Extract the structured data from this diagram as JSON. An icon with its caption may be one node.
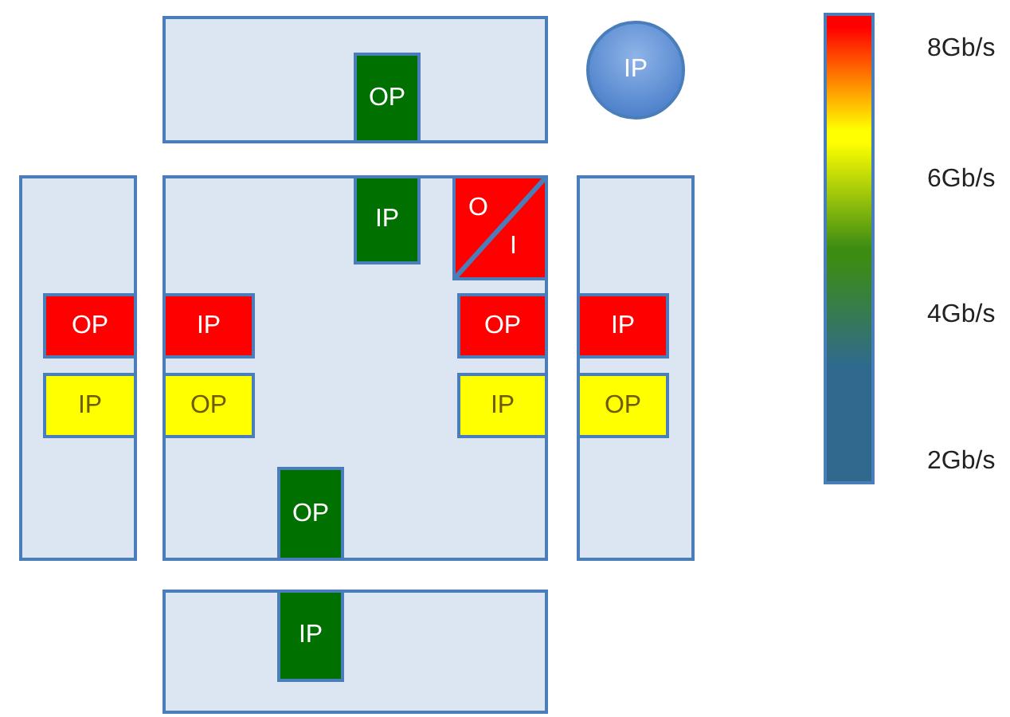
{
  "diagram": {
    "nodes": [
      {
        "text": [],
        "shape": "box"
      },
      {
        "text": [
          "OP"
        ],
        "in": 0
      },
      {
        "text": [
          "IP"
        ]
      },
      {
        "text": [],
        "shape": "box"
      },
      {
        "text": [],
        "shape": "box"
      },
      {
        "text": [],
        "shape": "box"
      },
      {
        "text": [
          "IP"
        ],
        "in": 4
      },
      {
        "text": [
          "O",
          "I"
        ],
        "in": 4
      },
      {
        "text": [
          "OP"
        ],
        "in": 3
      },
      {
        "text": [
          "IP"
        ],
        "in": 4
      },
      {
        "text": [
          "OP"
        ],
        "in": 4
      },
      {
        "text": [
          "IP"
        ],
        "in": 5
      },
      {
        "text": [
          "IP"
        ],
        "in": 3
      },
      {
        "text": [
          "OP"
        ],
        "in": 4
      },
      {
        "text": [
          "IP"
        ],
        "in": 4
      },
      {
        "text": [
          "OP"
        ],
        "in": 5
      },
      {
        "text": [
          "OP"
        ],
        "in": 4
      },
      {
        "text": [],
        "shape": "box"
      },
      {
        "text": [
          "IP"
        ],
        "in": 17
      }
    ],
    "legend": [
      {
        "text": "8Gb/s",
        "color": "#ff0000"
      },
      {
        "text": "6Gb/s",
        "color": "#ffff00"
      },
      {
        "text": "4Gb/s",
        "color": "#3c8c14"
      },
      {
        "text": "2Gb/s",
        "color": "#2f6a8e"
      }
    ]
  }
}
